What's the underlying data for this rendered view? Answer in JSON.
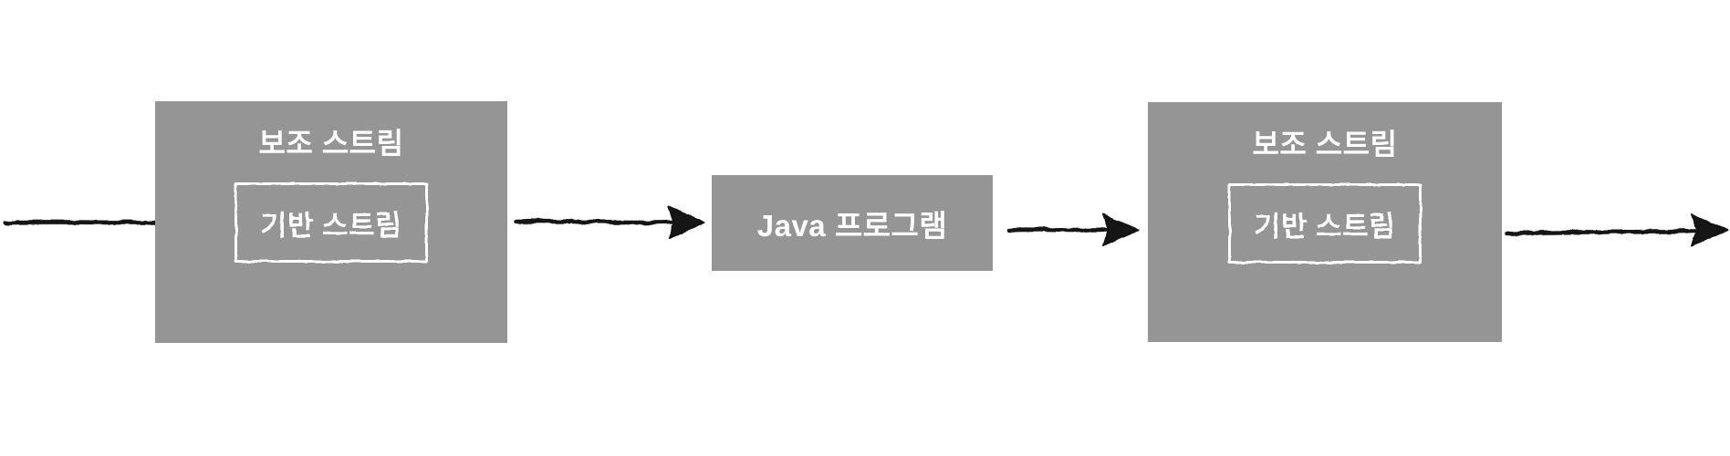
{
  "diagram": {
    "colors": {
      "background": "#ffffff",
      "box_fill": "#959595",
      "box_text": "#ffffff",
      "inner_border": "#ffffff",
      "arrow": "#121212"
    },
    "boxes": {
      "left_stream": {
        "title": "보조 스트림",
        "inner_label": "기반 스트림"
      },
      "program": {
        "label": "Java 프로그램"
      },
      "right_stream": {
        "title": "보조 스트림",
        "inner_label": "기반 스트림"
      }
    },
    "arrows": [
      {
        "name": "input-arrow",
        "from": "left-edge",
        "to": "left-base-stream-box"
      },
      {
        "name": "left-stream-to-program-arrow",
        "from": "left-auxiliary-stream-box",
        "to": "java-program-box"
      },
      {
        "name": "program-to-right-stream-arrow",
        "from": "java-program-box",
        "to": "right-auxiliary-stream-box"
      },
      {
        "name": "output-arrow",
        "from": "right-auxiliary-stream-box",
        "to": "right-edge"
      }
    ]
  }
}
